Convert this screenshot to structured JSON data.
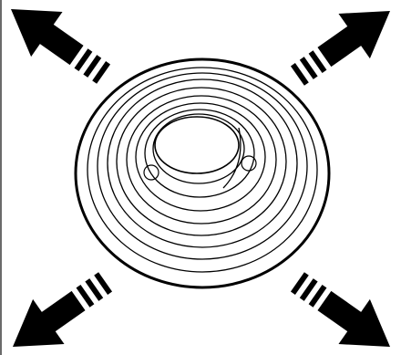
{
  "illustration": {
    "subject": "concentric-rings-with-four-diagonal-outward-arrows",
    "ring_count": 10,
    "arrow_directions": [
      "up-left",
      "up-right",
      "down-left",
      "down-right"
    ],
    "arrow_stripe_count": 3,
    "colors": {
      "background": "#ffffff",
      "ink": "#000000",
      "left_border": "#6b6b6b"
    }
  }
}
